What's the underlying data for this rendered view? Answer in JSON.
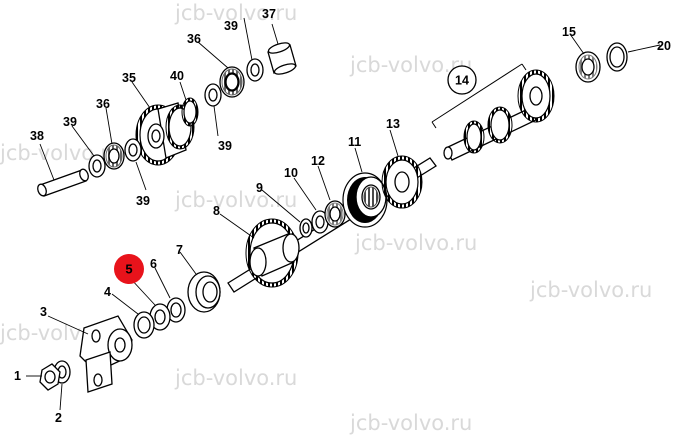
{
  "watermark": "jcb-volvo.ru",
  "selected_part": "5",
  "selected_color": "#e8131b",
  "group_label": "14",
  "labels": {
    "p1": "1",
    "p2": "2",
    "p3": "3",
    "p4": "4",
    "p5": "5",
    "p6": "6",
    "p7": "7",
    "p8": "8",
    "p9": "9",
    "p10": "10",
    "p11": "11",
    "p12": "12",
    "p13": "13",
    "p15": "15",
    "p20": "20",
    "p35": "35",
    "p36a": "36",
    "p36b": "36",
    "p37": "37",
    "p38": "38",
    "p39a": "39",
    "p39b": "39",
    "p39c": "39",
    "p39d": "39",
    "p40": "40"
  }
}
